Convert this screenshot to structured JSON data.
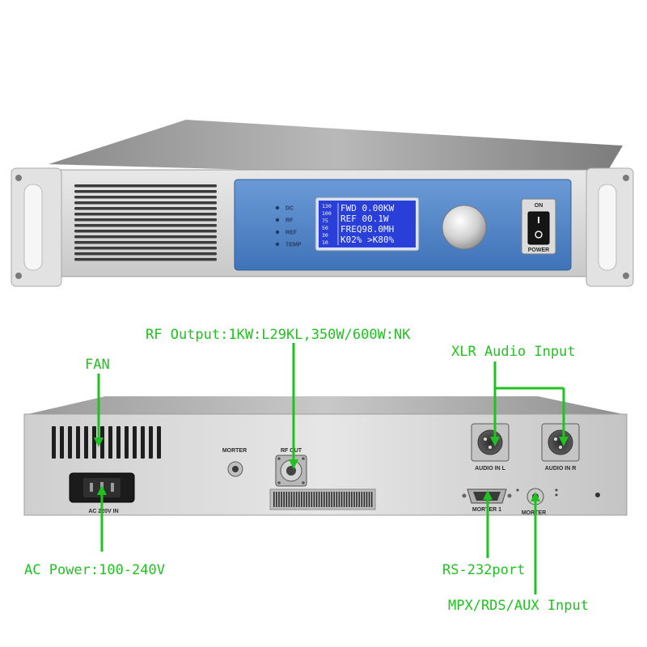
{
  "colors": {
    "callout": "#1fc21f",
    "panel_blue": "#4f86c8",
    "lcd_blue": "#2a3ed8",
    "chassis": "#d6d6d6"
  },
  "front_panel": {
    "indicators": [
      "DC",
      "RF",
      "REF",
      "TEMP"
    ],
    "lcd": {
      "scale": [
        "130",
        "100",
        "75",
        "50",
        "30",
        "10"
      ],
      "lines": [
        "FWD 0.00KW",
        "REF 00.1W",
        "FREQ98.0MH",
        "K02% >K80%"
      ]
    },
    "switch_on": "ON",
    "switch_label": "POWER"
  },
  "rear_panel": {
    "labels": {
      "morter_top": "MORTER",
      "rf_out": "RF OUT",
      "audio_in_l": "AUDIO IN L",
      "audio_in_r": "AUDIO IN R",
      "ac_in": "AC 220V IN",
      "morter_1": "MORTER 1",
      "morter_bottom": "MORTER"
    }
  },
  "callouts": {
    "rf_output": "RF Output:1KW:L29KL,350W/600W:NK",
    "xlr_audio": "XLR Audio Input",
    "fan": "FAN",
    "ac_power": "AC Power:100-240V",
    "rs232": "RS-232port",
    "mpx": "MPX/RDS/AUX Input"
  }
}
